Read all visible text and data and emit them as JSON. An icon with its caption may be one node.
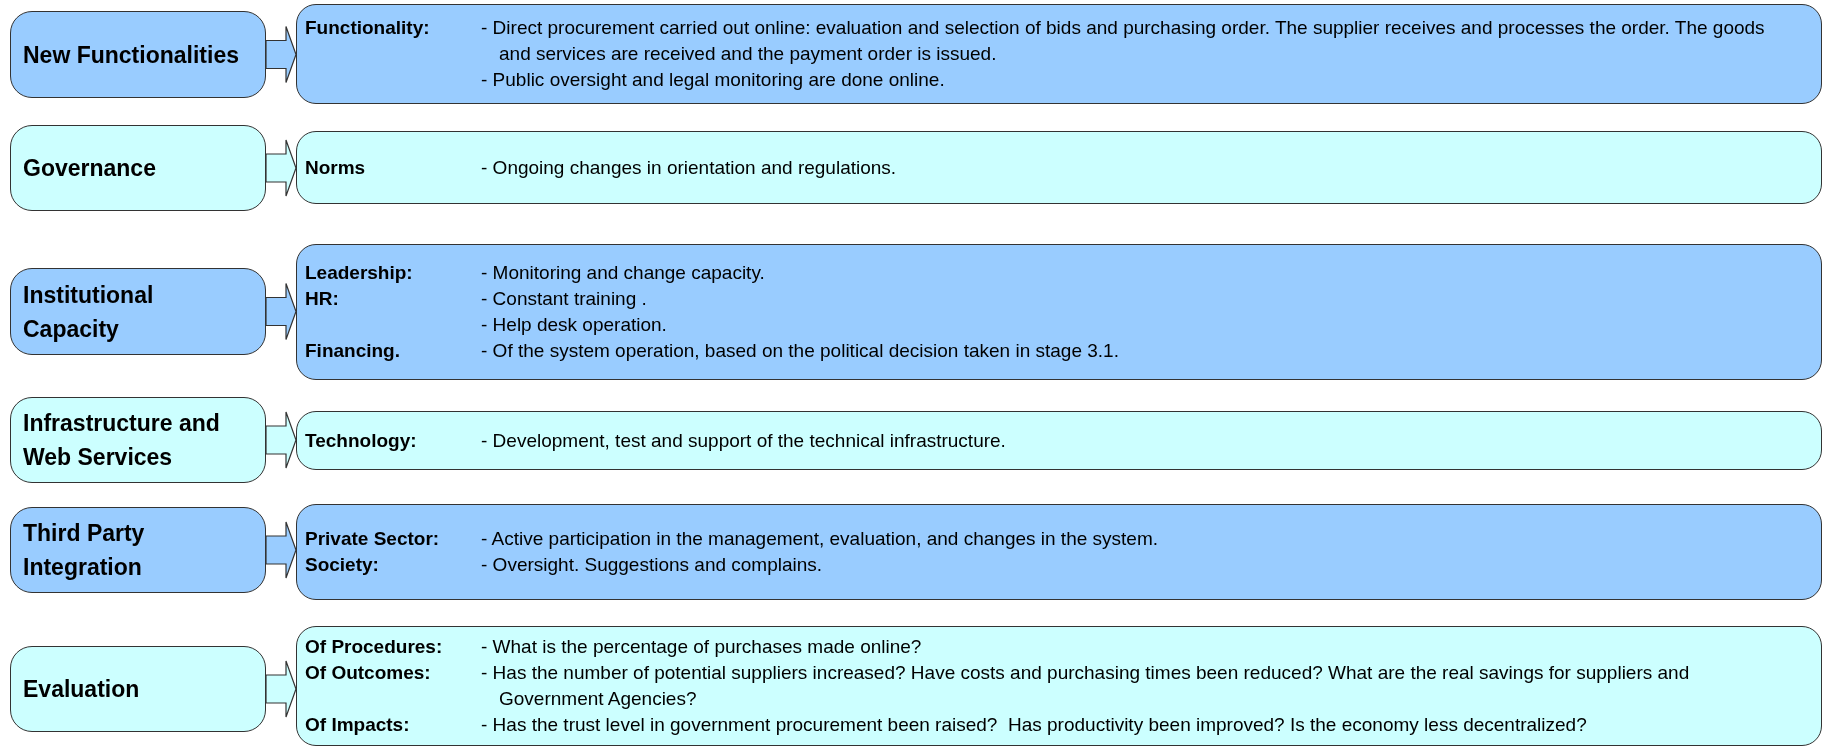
{
  "diagram": {
    "nodes": [
      {
        "text": [
          "New Functionalities"
        ]
      },
      {
        "text": [
          "Functionality:",
          "- Direct procurement carried out online: evaluation and selection of bids and purchasing order. The supplier receives and processes the order. The goods and services are received and the payment order is issued.",
          "- Public oversight and legal monitoring are done online."
        ]
      },
      {
        "text": [
          "Governance"
        ]
      },
      {
        "text": [
          "Norms",
          "- Ongoing changes in orientation and regulations."
        ]
      },
      {
        "text": [
          "Institutional Capacity"
        ]
      },
      {
        "text": [
          "Leadership:",
          "- Monitoring and change capacity.",
          "HR:",
          "- Constant training .",
          "- Help desk operation.",
          "Financing.",
          "- Of the system operation, based on the political decision taken in stage 3.1."
        ]
      },
      {
        "text": [
          "Infrastructure and Web Services"
        ]
      },
      {
        "text": [
          "Technology:",
          "- Development, test and support of the technical infrastructure."
        ]
      },
      {
        "text": [
          "Third Party Integration"
        ]
      },
      {
        "text": [
          "Private Sector:",
          "- Active participation in the management, evaluation, and changes in the system.",
          "Society:",
          "- Oversight. Suggestions and complains."
        ]
      },
      {
        "text": [
          "Evaluation"
        ]
      },
      {
        "text": [
          "Of Procedures:",
          "- What is the percentage of purchases made online?",
          "Of Outcomes:",
          "- Has the number of potential suppliers increased? Have costs and purchasing times been reduced? What are the real savings for suppliers and Government Agencies?",
          "Of Impacts:",
          "- Has the trust level in government procurement been raised?  Has productivity been improved? Is the economy less decentralized?"
        ]
      }
    ],
    "edges": [
      {
        "from": 0,
        "to": 1,
        "arrow": "to"
      },
      {
        "from": 2,
        "to": 3,
        "arrow": "to"
      },
      {
        "from": 4,
        "to": 5,
        "arrow": "to"
      },
      {
        "from": 6,
        "to": 7,
        "arrow": "to"
      },
      {
        "from": 8,
        "to": 9,
        "arrow": "to"
      },
      {
        "from": 10,
        "to": 11,
        "arrow": "to"
      }
    ]
  }
}
